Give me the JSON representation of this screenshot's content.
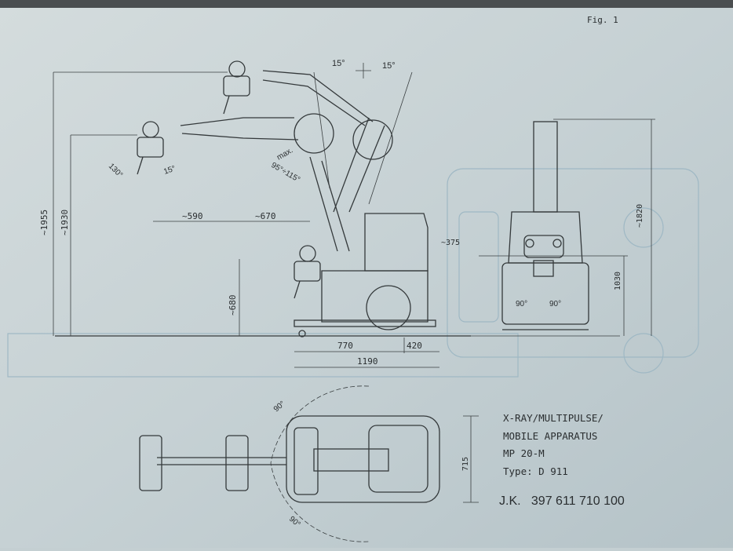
{
  "figure_label": "Fig. 1",
  "title_block": {
    "line1": "X-RAY/MULTIPULSE/",
    "line2": "MOBILE APPARATUS",
    "model": "MP 20-M",
    "type": "Type: D 911",
    "reference": "J.K.   397 611 710 100"
  },
  "side_view": {
    "dims": {
      "h_total": "~1955",
      "h_arm": "~1930",
      "reach1": "~590",
      "reach2": "~670",
      "h_low": "~680",
      "base_front": "770",
      "base_rear": "420",
      "base_total": "1190",
      "handle": "~375"
    },
    "angles": {
      "tilt_left": "15°",
      "tilt_right": "15°",
      "head_rot": "130°",
      "head_tilt": "15°",
      "arm_max_1": "max.",
      "arm_max_2": "95°÷115°"
    }
  },
  "front_view": {
    "dims": {
      "height": "~1820",
      "body": "1030"
    },
    "angles": {
      "left": "90°",
      "right": "90°"
    }
  },
  "top_view": {
    "dims": {
      "width": "715"
    },
    "angles": {
      "top": "90°",
      "bottom": "90°"
    }
  }
}
